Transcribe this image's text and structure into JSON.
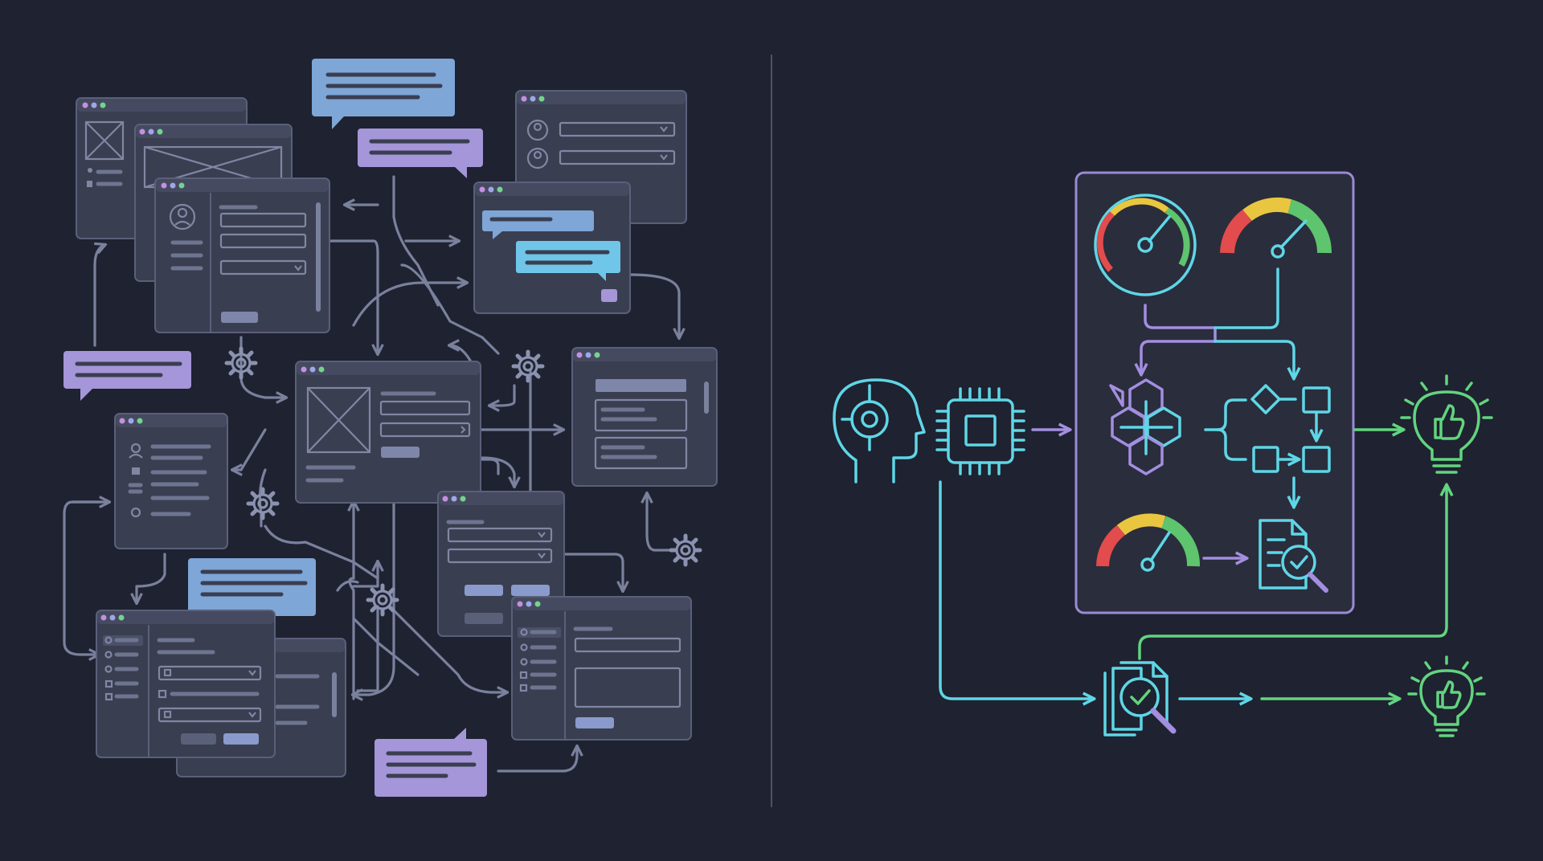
{
  "colors": {
    "background": "#1f2230",
    "window_fill": "#3a3e51",
    "connector": "#7a819d",
    "bubble_blue": "#7ea6d6",
    "bubble_purple": "#a496d8",
    "neon_cyan": "#5fd6e6",
    "neon_purple": "#a38ee0",
    "neon_green": "#62d47f",
    "gauge_red": "#e24c4c",
    "gauge_yellow": "#e9c640",
    "gauge_green": "#5ec46d"
  },
  "gauges": [
    {
      "name": "top-left-speedometer",
      "level": 0.7
    },
    {
      "name": "top-right-speedometer",
      "level": 0.75
    },
    {
      "name": "bottom-speedometer",
      "level": 0.65
    }
  ],
  "icons": [
    "ai-head-icon",
    "cpu-chip-icon",
    "hexagon-network-icon",
    "flowchart-icon",
    "document-review-icon",
    "lightbulb-thumbs-up-icon",
    "gear-icon",
    "chat-bubble-icon",
    "window-dots-icon",
    "user-icon",
    "image-placeholder-icon",
    "dropdown-chevron-icon"
  ]
}
